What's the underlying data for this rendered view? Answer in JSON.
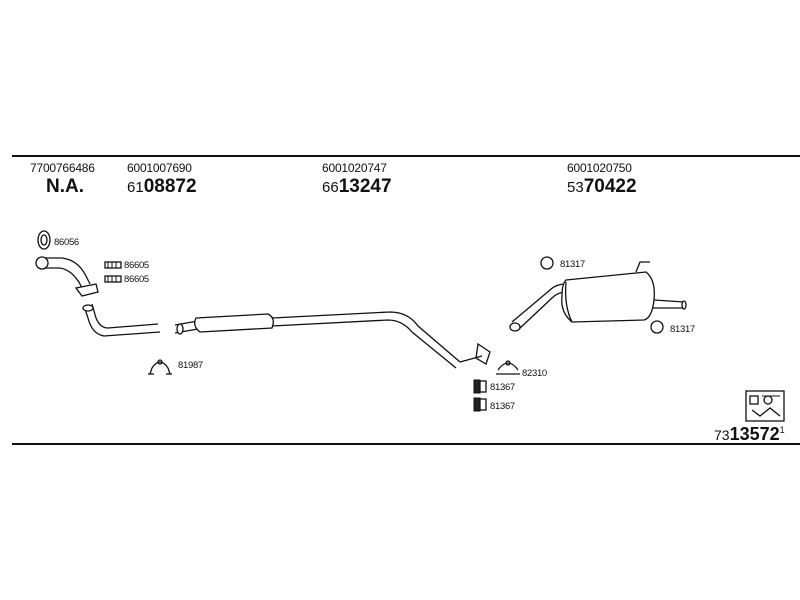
{
  "columns": [
    {
      "part_number": "7700766486",
      "code_prefix": "",
      "code_main": "N.A."
    },
    {
      "part_number": "6001007690",
      "code_prefix": "61",
      "code_main": "08872"
    },
    {
      "part_number": "6001020747",
      "code_prefix": "66",
      "code_main": "13247"
    },
    {
      "part_number": "6001020750",
      "code_prefix": "53",
      "code_main": "70422"
    }
  ],
  "labels": {
    "gasket": "86056",
    "bolt_a": "86605",
    "bolt_b": "86605",
    "clamp_front": "81987",
    "ring_rear_top": "81317",
    "ring_rear_bottom": "81317",
    "clamp_rear": "82310",
    "hanger_a": "81367",
    "hanger_b": "81367"
  },
  "footer": {
    "ref_prefix": "73",
    "ref_main": "13572",
    "ref_suffix": "1"
  }
}
